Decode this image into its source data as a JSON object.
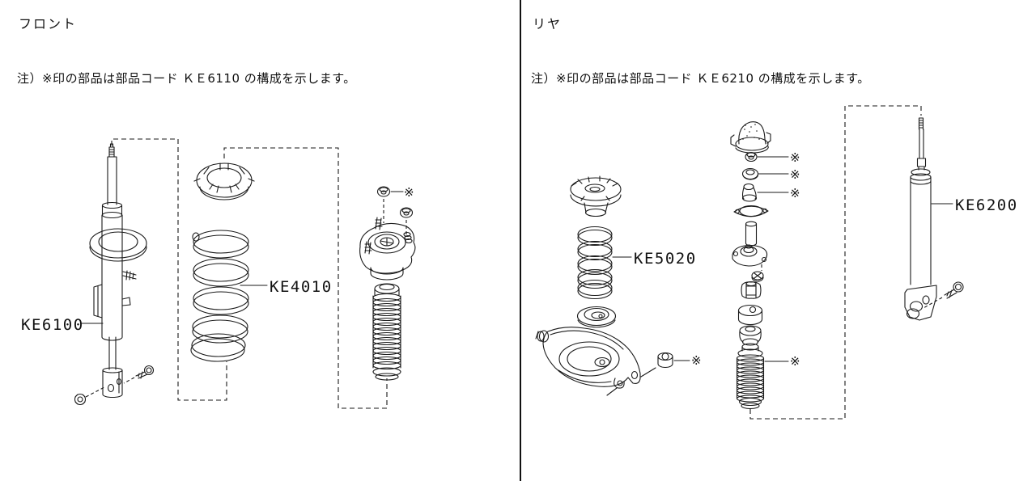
{
  "page": {
    "background": "#ffffff",
    "line_color": "#1a1a1a"
  },
  "front": {
    "title": "フロント",
    "note": "注）※印の部品は部品コード ＫＥ6110 の構成を示します。",
    "part_labels": {
      "strut": "KE6100",
      "coil_spring": "KE4010"
    },
    "reference_mark": "※"
  },
  "rear": {
    "title": "リヤ",
    "note": "注）※印の部品は部品コード ＫＥ6210 の構成を示します。",
    "part_labels": {
      "coil_spring": "KE5020",
      "shock_absorber": "KE6200"
    },
    "reference_mark": "※"
  }
}
